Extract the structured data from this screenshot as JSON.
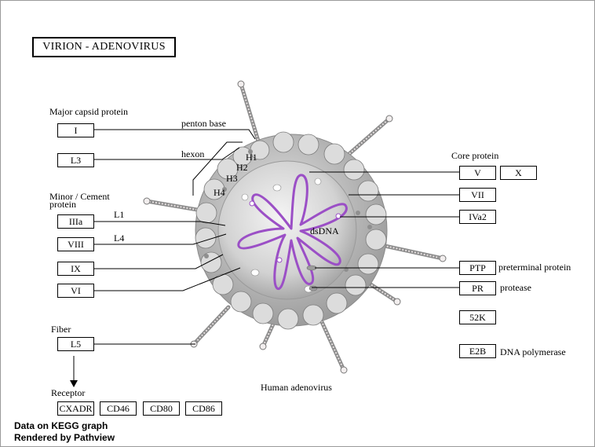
{
  "title": "VIRION  -  ADENOVIRUS",
  "sections": {
    "major_capsid": "Major capsid protein",
    "minor_cement": "Minor / Cement",
    "minor_cement_2": "protein",
    "fiber": "Fiber",
    "receptor": "Receptor",
    "core_protein": "Core protein"
  },
  "labels": {
    "penton_base": "penton base",
    "hexon": "hexon",
    "h1": "H1",
    "h2": "H2",
    "h3": "H3",
    "h4": "H4",
    "l1": "L1",
    "l4": "L4",
    "dsdna": "dsDNA",
    "human_adenovirus": "Human adenovirus",
    "preterminal_protein": "preterminal protein",
    "protease": "protease",
    "dna_polymerase": "DNA polymerase"
  },
  "genes": {
    "I": "I",
    "L3": "L3",
    "IIIa": "IIIa",
    "VIII": "VIII",
    "IX": "IX",
    "VI": "VI",
    "L5": "L5",
    "CXADR": "CXADR",
    "CD46": "CD46",
    "CD80": "CD80",
    "CD86": "CD86",
    "V": "V",
    "X": "X",
    "VII": "VII",
    "IVa2": "IVa2",
    "PTP": "PTP",
    "PR": "PR",
    "52K": "52K",
    "E2B": "E2B"
  },
  "footer": {
    "line1": "Data on KEGG graph",
    "line2": "Rendered by Pathview"
  },
  "colors": {
    "dna": "#9b4fc6",
    "capsid": "#bdbdbd",
    "fiber": "#c9a9a9"
  }
}
